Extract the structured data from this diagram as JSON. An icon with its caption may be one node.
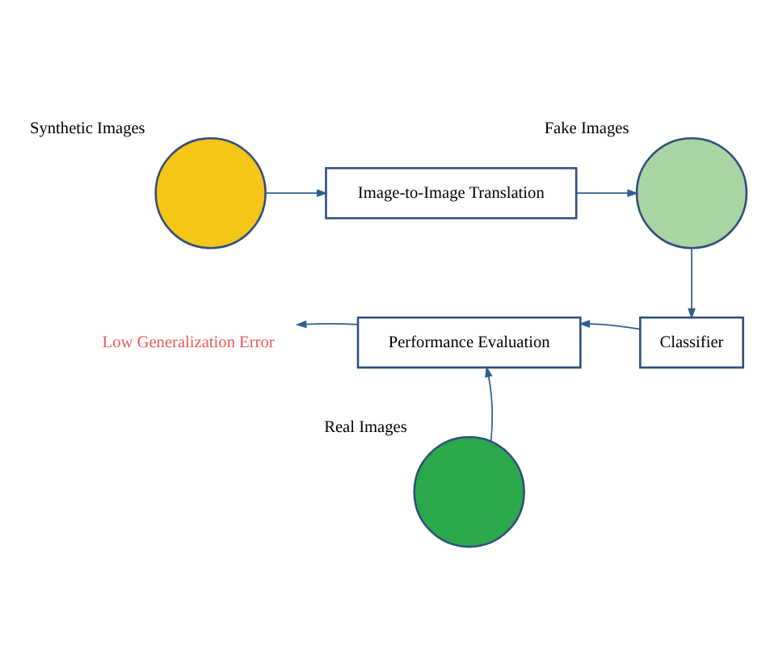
{
  "diagram": {
    "nodes": [
      {
        "text": [],
        "shape": "circle",
        "beside": [
          "Synthetic Images"
        ]
      },
      {
        "text": [
          "Image-to-Image Translation"
        ]
      },
      {
        "text": [],
        "shape": "circle",
        "beside": [
          "Fake Images"
        ]
      },
      {
        "text": [
          "Classifier"
        ]
      },
      {
        "text": [
          "Performance Evaluation"
        ]
      },
      {
        "text": [
          "Low Generalization Error"
        ]
      },
      {
        "text": [],
        "shape": "circle",
        "beside": [
          "Real Images"
        ]
      }
    ],
    "edges": [
      {
        "from": 0,
        "to": 1,
        "arrow": "to"
      },
      {
        "from": 1,
        "to": 2,
        "arrow": "to"
      },
      {
        "from": 2,
        "to": 3,
        "arrow": "to"
      },
      {
        "from": 3,
        "to": 4,
        "arrow": "to"
      },
      {
        "from": 4,
        "to": 5,
        "arrow": "to"
      },
      {
        "from": 6,
        "to": 4,
        "arrow": "to"
      }
    ]
  }
}
